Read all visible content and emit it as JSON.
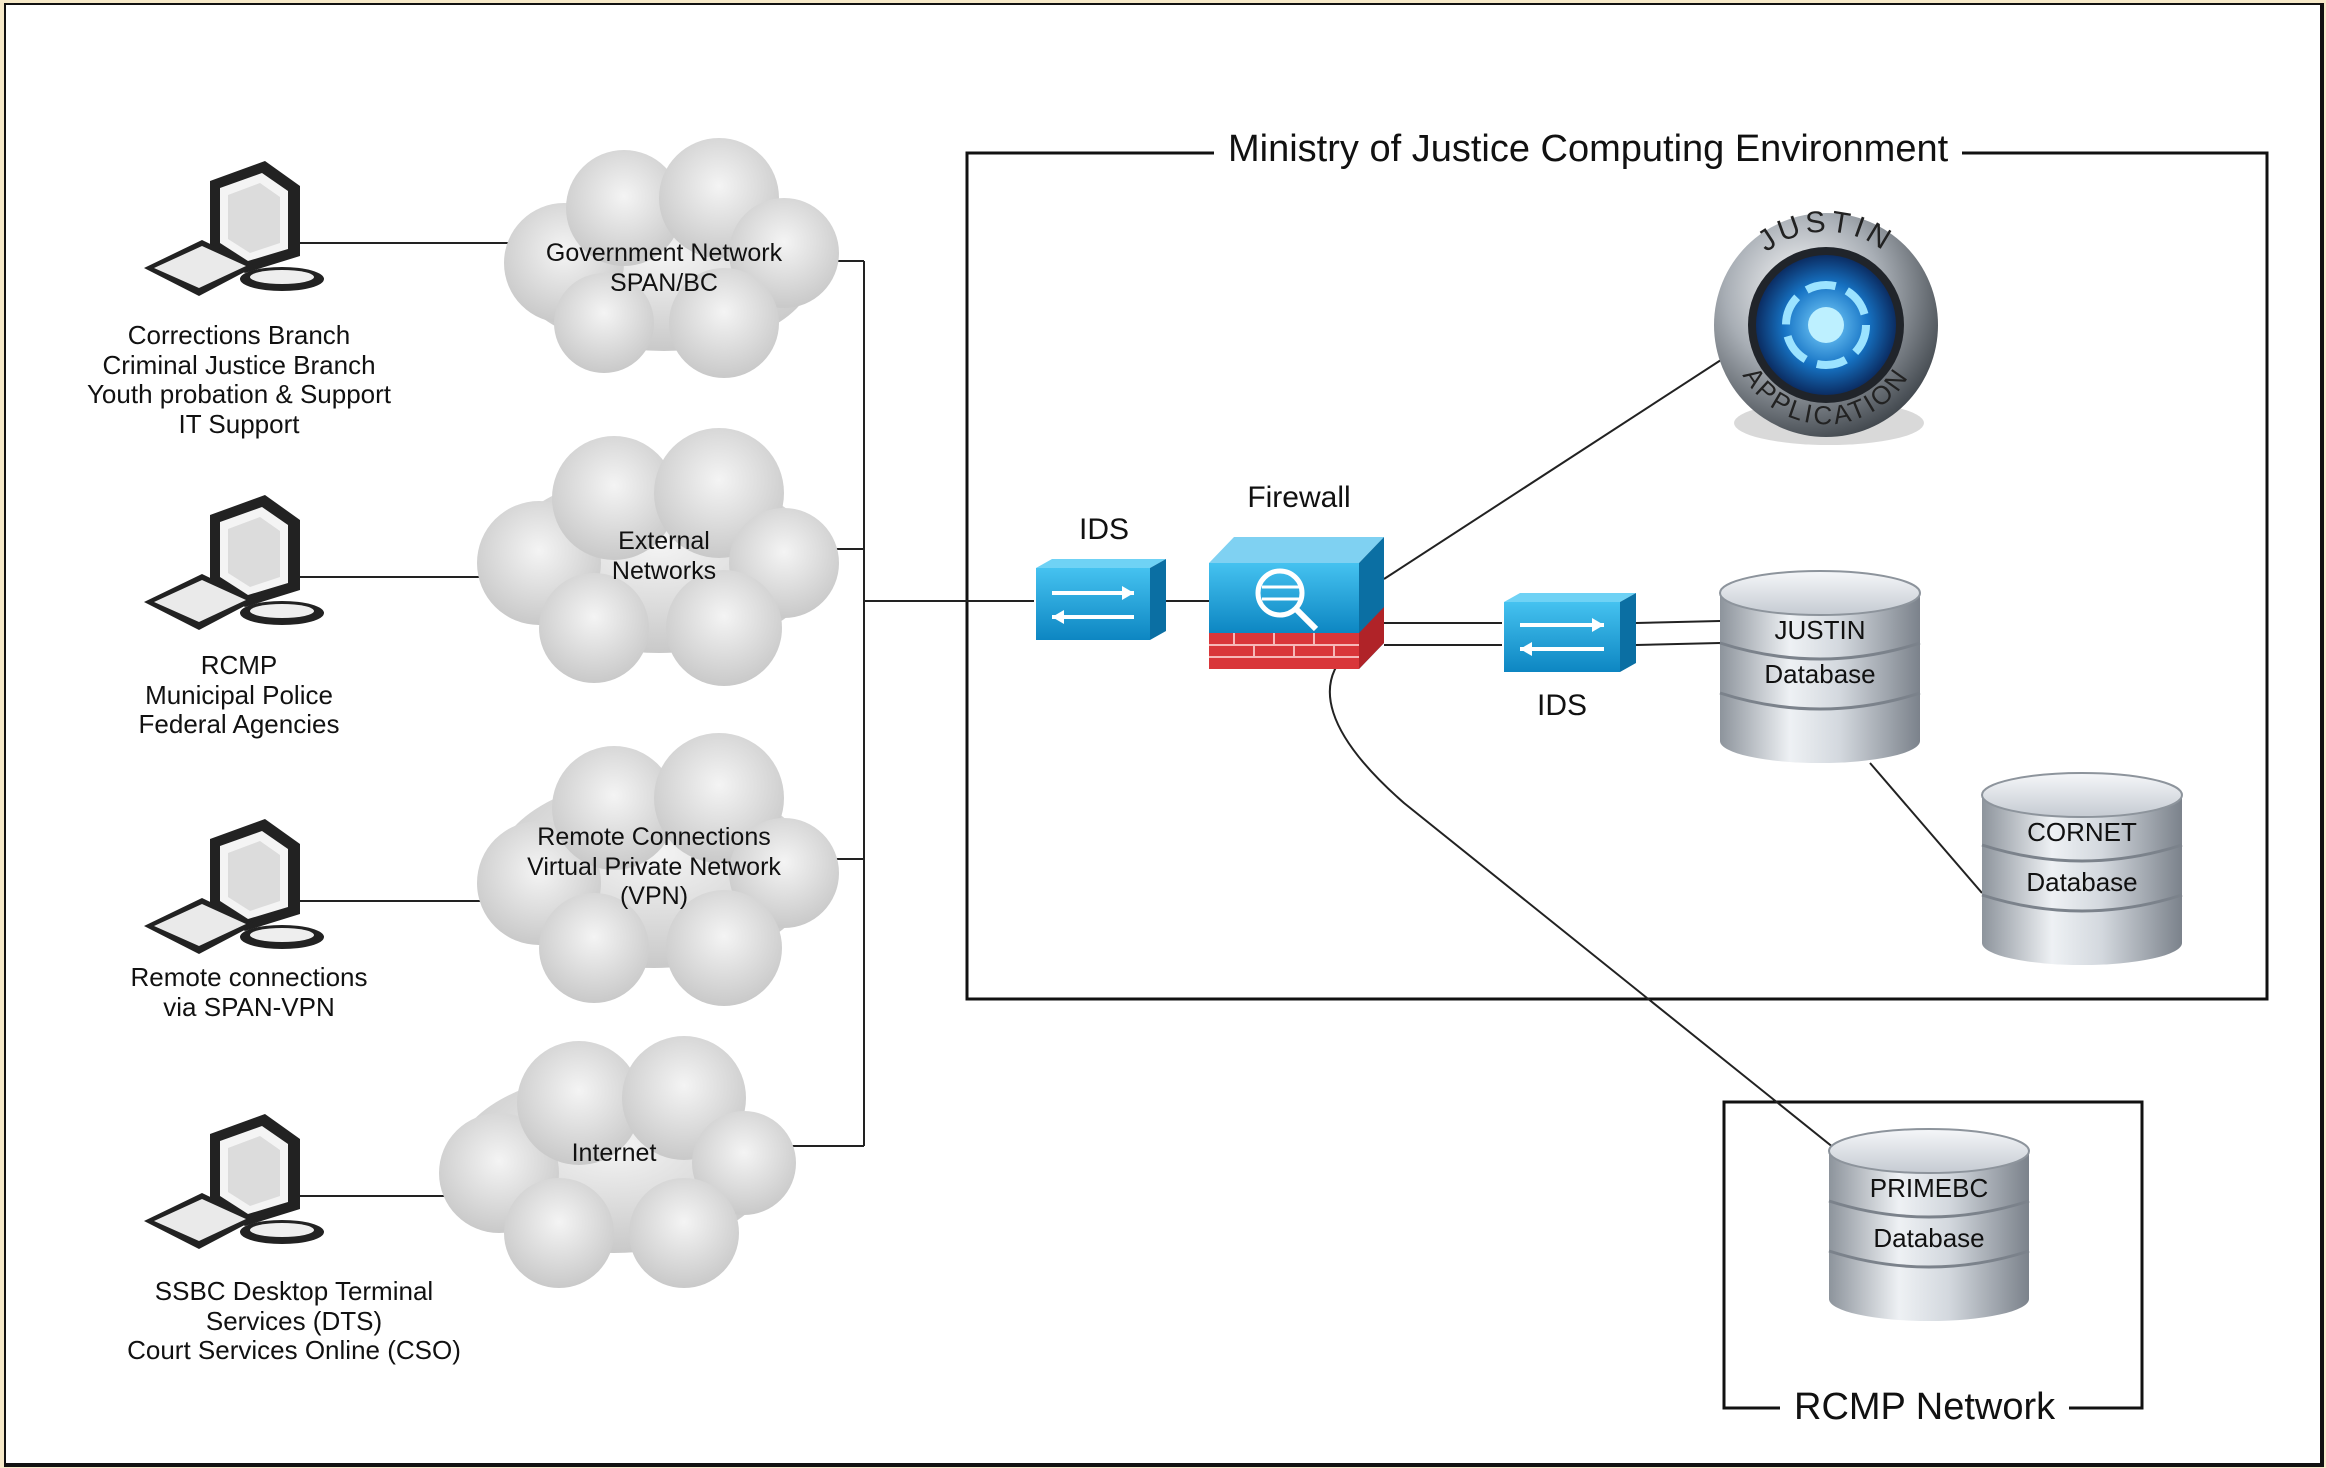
{
  "diagram": {
    "environment_title": "Ministry of Justice Computing Environment",
    "rcmp_title": "RCMP Network",
    "clients": [
      {
        "lines": [
          "Corrections Branch",
          "Criminal Justice Branch",
          "Youth probation & Support",
          "IT Support"
        ]
      },
      {
        "lines": [
          "RCMP",
          "Municipal Police",
          "Federal Agencies"
        ]
      },
      {
        "lines": [
          "Remote connections",
          "via SPAN-VPN"
        ]
      },
      {
        "lines": [
          "SSBC Desktop Terminal",
          "Services (DTS)",
          "Court Services Online (CSO)"
        ]
      }
    ],
    "networks": [
      {
        "lines": [
          "Government Network",
          "SPAN/BC"
        ]
      },
      {
        "lines": [
          "External",
          "Networks"
        ]
      },
      {
        "lines": [
          "Remote Connections",
          "Virtual Private Network",
          "(VPN)"
        ]
      },
      {
        "lines": [
          "Internet"
        ]
      }
    ],
    "ids_label": "IDS",
    "ids2_label": "IDS",
    "firewall_label": "Firewall",
    "justin_app": {
      "top_text": "JUSTIN",
      "bottom_text": "APPLICATION"
    },
    "databases": [
      {
        "name": "JUSTIN",
        "sub": "Database"
      },
      {
        "name": "CORNET",
        "sub": "Database"
      },
      {
        "name": "PRIMEBC",
        "sub": "Database"
      }
    ],
    "colors": {
      "background": "#f6e9c8",
      "panel": "#ffffff",
      "ids_blue": "#1ea0d8",
      "firewall_red": "#d9363a",
      "db_gray": "#b9c0c8"
    }
  }
}
